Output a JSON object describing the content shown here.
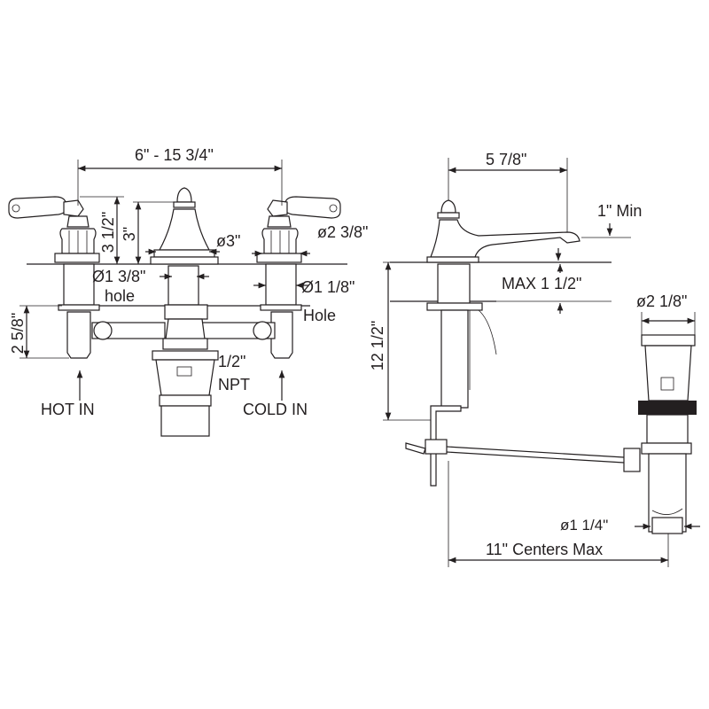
{
  "labels": {
    "spread": "6\"  - 15 3/4\"",
    "handle_height": "3 1/2\"",
    "spout_height": "3\"",
    "spout_base_dia": "ø3\"",
    "handle_base_dia": "ø2 3/8\"",
    "center_hole_dia": "Ø1 3/8\"",
    "center_hole_word": "hole",
    "side_hole_dia": "Ø1 1/8\"",
    "side_hole_word": "Hole",
    "valve_below": "2 5/8\"",
    "drain_thread_a": "1/2\"",
    "drain_thread_b": "NPT",
    "hot_in": "HOT IN",
    "cold_in": "COLD IN",
    "spout_reach": "5 7/8\"",
    "spout_clearance": "1\" Min",
    "deck_max": "MAX 1 1/2\"",
    "below_deck": "12 1/2\"",
    "popup_dia": "ø2 1/8\"",
    "tailpiece_dia": "ø1 1/4\"",
    "centers_max": "11\" Centers Max"
  }
}
